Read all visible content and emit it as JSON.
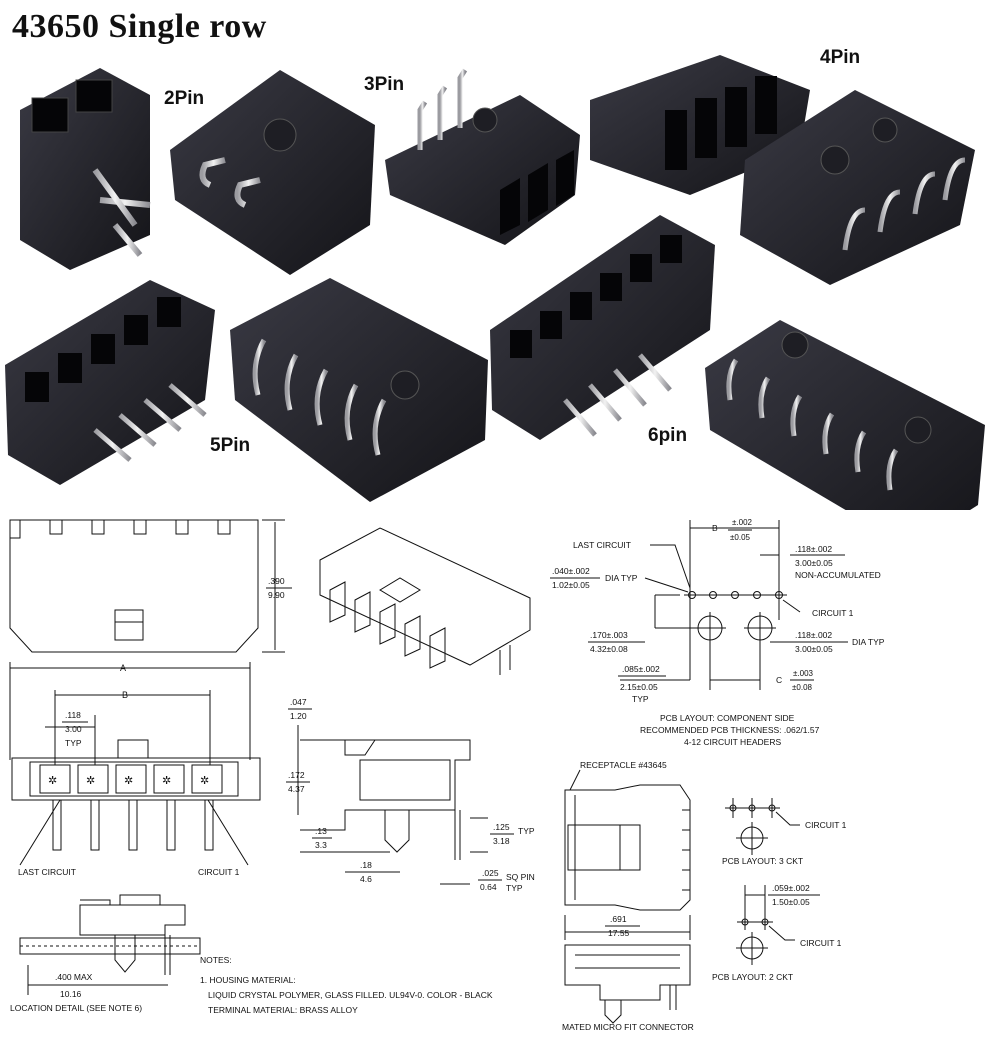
{
  "title": "43650 Single row",
  "pin_labels": {
    "p2": "2Pin",
    "p3": "3Pin",
    "p4": "4Pin",
    "p5": "5Pin",
    "p6": "6pin"
  },
  "drawing": {
    "front": {
      "h_in": ".390",
      "h_mm": "9.90"
    },
    "bottom": {
      "dim_a": "A",
      "dim_b": "B",
      "pitch_in": ".118",
      "pitch_mm": "3.00",
      "pitch_typ": "TYP",
      "last_circuit": "LAST CIRCUIT",
      "circuit_1": "CIRCUIT 1"
    },
    "side": {
      "d1_in": ".047",
      "d1_mm": "1.20",
      "d2_in": ".172",
      "d2_mm": "4.37",
      "d3_in": ".13",
      "d3_mm": "3.3",
      "d4_in": ".18",
      "d4_mm": "4.6",
      "d5_in": ".125",
      "d5_mm": "3.18",
      "d5_typ": "TYP",
      "d6_in": ".025",
      "d6_mm": "0.64",
      "d6_note": "SQ PIN",
      "d6_typ": "TYP"
    },
    "pcb": {
      "last_circuit": "LAST CIRCUIT",
      "b_label": "B",
      "b_tol_plus": "±.002",
      "b_tol_mm": "±0.05",
      "spacing_in": ".118±.002",
      "spacing_mm": "3.00±0.05",
      "spacing_note": "NON-ACCUMULATED",
      "hole_in": ".040±.002",
      "hole_mm": "1.02±0.05",
      "hole_note": "DIA TYP",
      "circuit_1": "CIRCUIT 1",
      "row_in": ".170±.003",
      "row_mm": "4.32±0.08",
      "peg_in": ".118±.002",
      "peg_mm": "3.00±0.05",
      "peg_note": "DIA TYP",
      "edge_in": ".085±.002",
      "edge_mm": "2.15±0.05",
      "edge_typ": "TYP",
      "c_label": "C",
      "c_tol_in": "±.003",
      "c_tol_mm": "±0.08",
      "caption1": "PCB LAYOUT: COMPONENT SIDE",
      "caption2": "RECOMMENDED PCB THICKNESS: .062/1.57",
      "caption3": "4-12 CIRCUIT HEADERS"
    },
    "mated": {
      "receptacle": "RECEPTACLE #43645",
      "len_in": ".691",
      "len_mm": "17.55",
      "caption": "MATED MICRO FIT CONNECTOR"
    },
    "pcb3": {
      "circuit_1": "CIRCUIT 1",
      "caption": "PCB LAYOUT: 3 CKT"
    },
    "pcb2": {
      "dim_in": ".059±.002",
      "dim_mm": "1.50±0.05",
      "circuit_1": "CIRCUIT 1",
      "caption": "PCB LAYOUT: 2 CKT"
    },
    "location": {
      "max_in": ".400 MAX",
      "max_mm": "10.16",
      "caption": "LOCATION DETAIL (SEE NOTE 6)"
    },
    "notes": {
      "heading": "NOTES:",
      "l1": "1. HOUSING MATERIAL:",
      "l2": "LIQUID CRYSTAL POLYMER, GLASS FILLED.  UL94V-0.  COLOR - BLACK",
      "l3": "TERMINAL MATERIAL: BRASS ALLOY"
    }
  }
}
